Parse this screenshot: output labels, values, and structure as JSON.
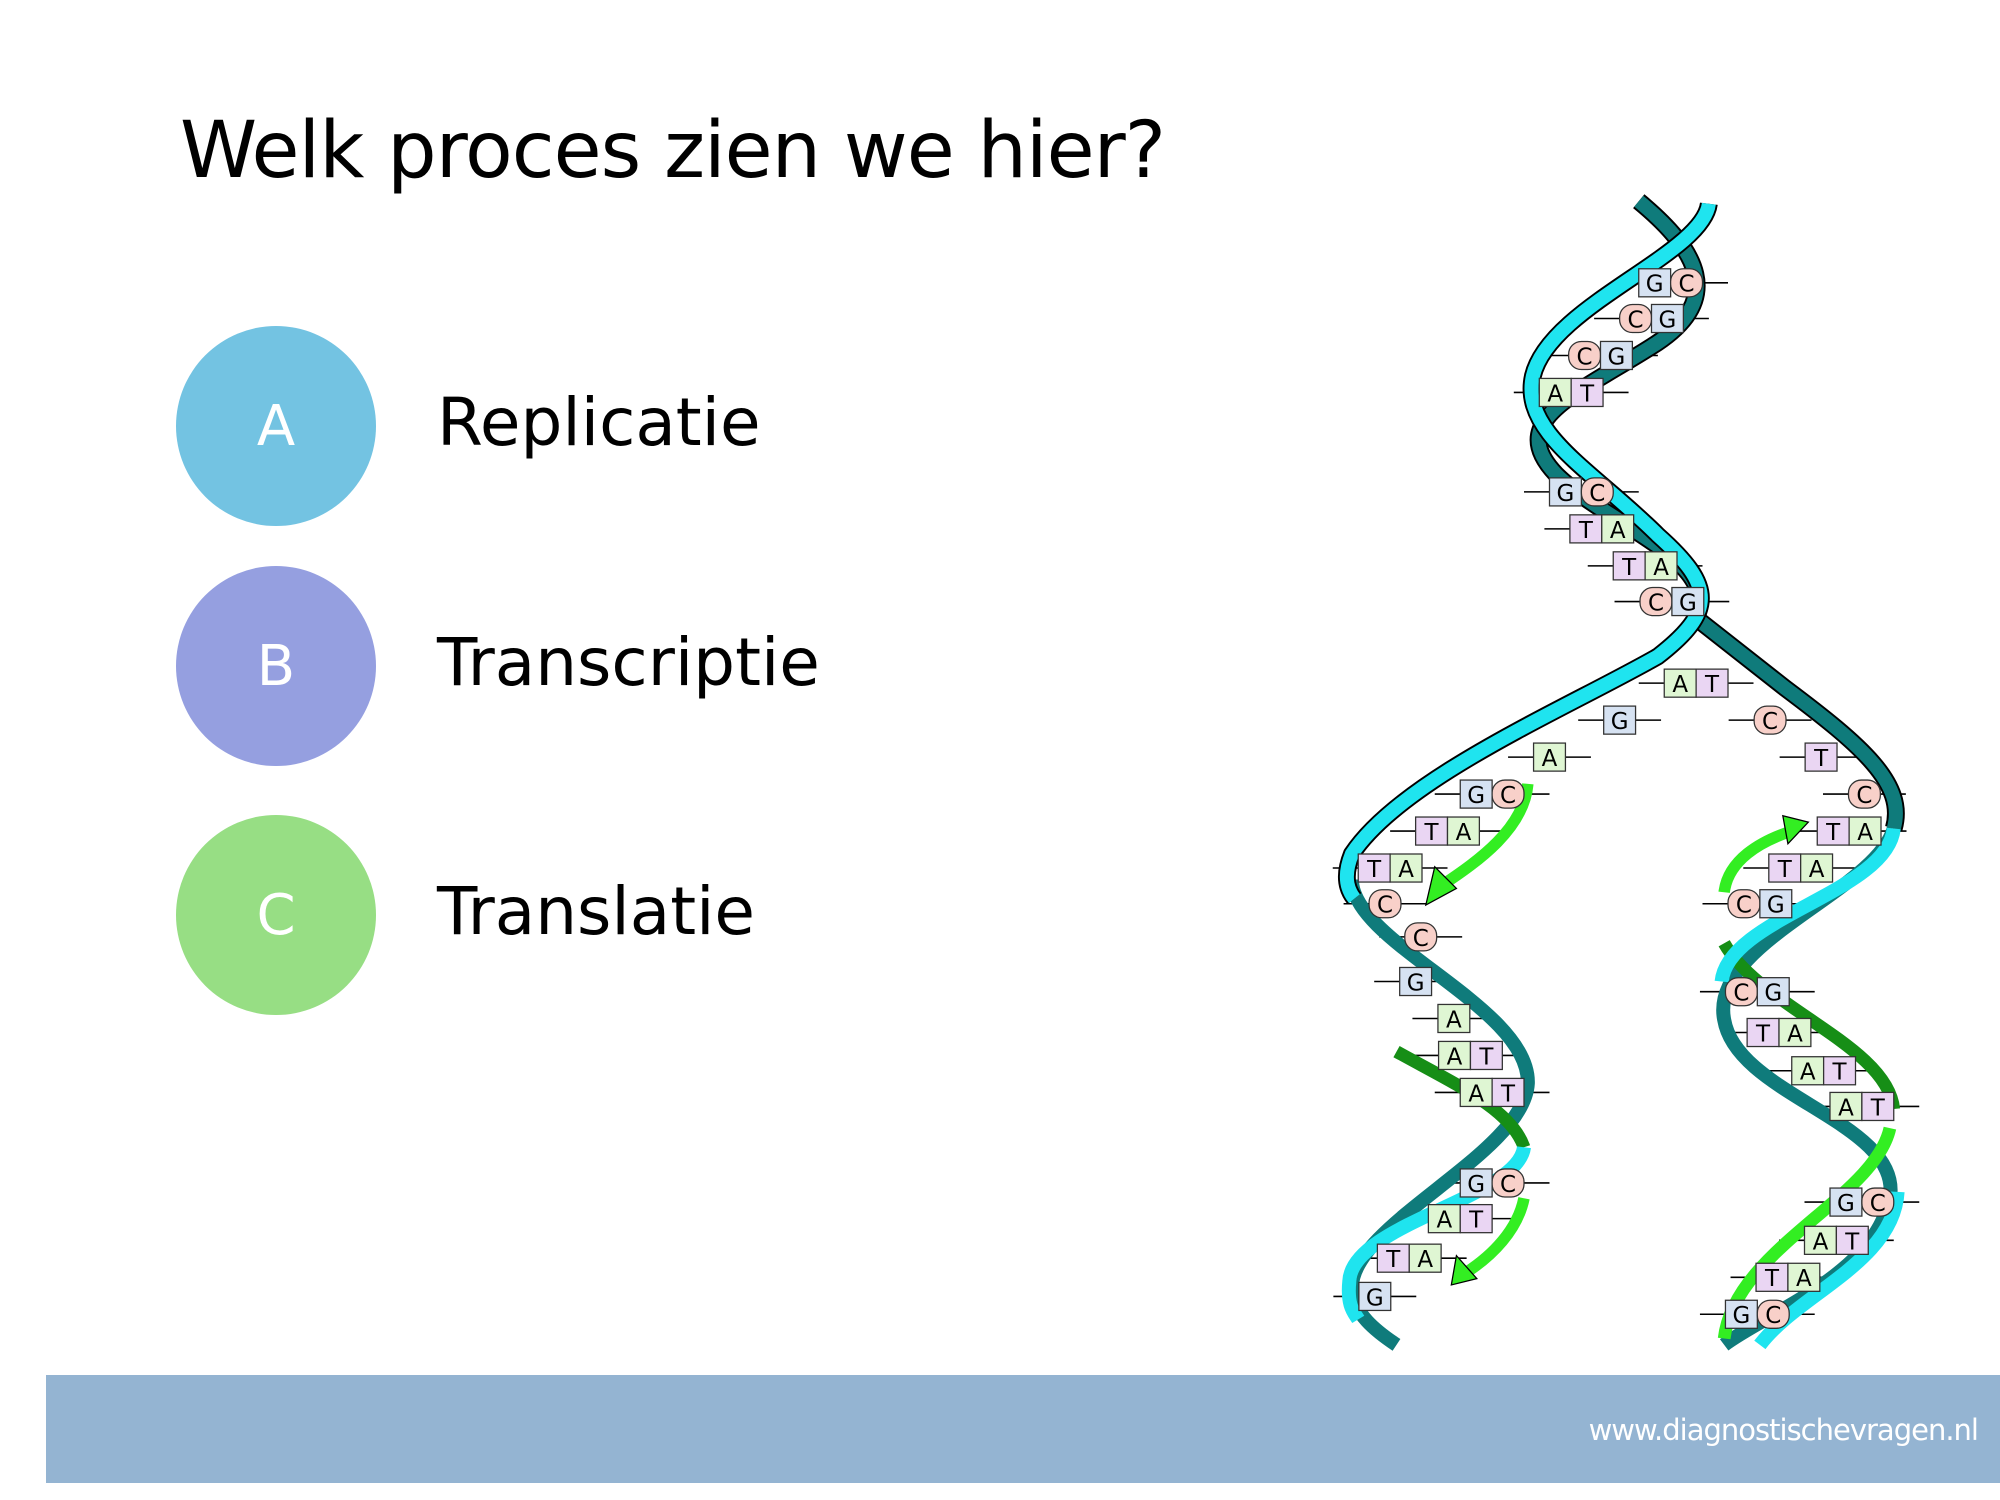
{
  "question": "Welk proces zien we hier?",
  "options": [
    {
      "letter": "A",
      "label": "Replicatie",
      "color": "#73c3e2"
    },
    {
      "letter": "B",
      "label": "Transcriptie",
      "color": "#959fe0"
    },
    {
      "letter": "C",
      "label": "Translatie",
      "color": "#97de84"
    }
  ],
  "footer": {
    "website": "www.diagnostischevragen.nl"
  },
  "dna_illustration": {
    "base_colors": {
      "G": "#d6e2f2",
      "C": "#f8d0c9",
      "A": "#dff6d3",
      "T": "#ead6f3"
    },
    "strand_colors": {
      "parent_a": "#1fe4ef",
      "parent_b": "#0f7b7b",
      "new_dark": "#168e16",
      "new_light": "#33ee22"
    },
    "bases": [
      "GC",
      "CG",
      "CG",
      "AT",
      "GC",
      "TA",
      "TA",
      "CG",
      "AT",
      "G",
      "C",
      "A",
      "T",
      "C",
      "GC",
      "TA",
      "TA",
      "C",
      "C",
      "G",
      "A",
      "AT",
      "AT",
      "GC",
      "AT",
      "TA",
      "G",
      "TA",
      "TA",
      "CG",
      "CG",
      "TA",
      "AT",
      "AT",
      "GC",
      "AT",
      "TA",
      "GC"
    ]
  }
}
